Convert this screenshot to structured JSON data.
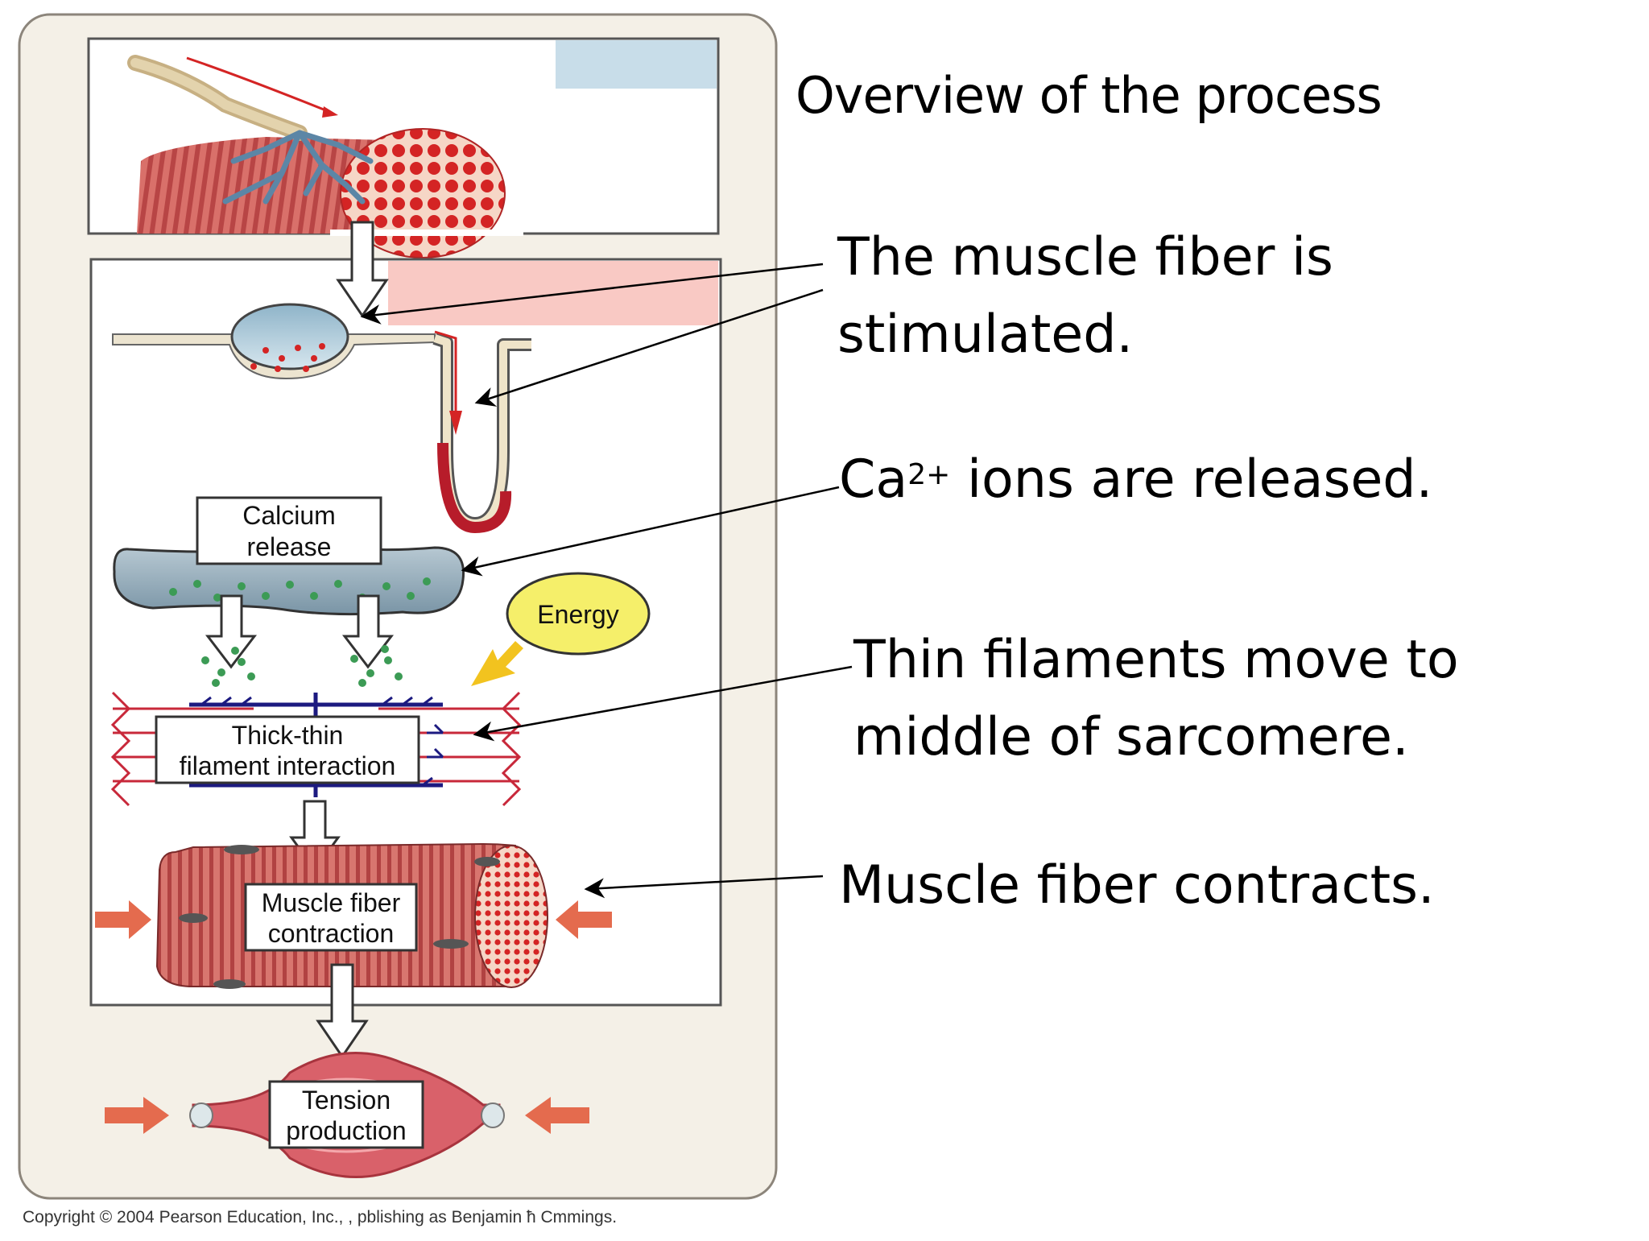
{
  "title": "Overview of the process",
  "steps": [
    {
      "text_line1": "The muscle fiber is",
      "text_line2": "stimulated."
    },
    {
      "prefix": "Ca",
      "superscript": "2+",
      "suffix": " ions are released."
    },
    {
      "text_line1": "Thin filaments move to",
      "text_line2": "middle of sarcomere."
    },
    {
      "text_line1": "Muscle fiber contracts."
    }
  ],
  "diagram_labels": {
    "calcium_release": [
      "Calcium",
      "release"
    ],
    "energy": "Energy",
    "filament_interaction": [
      "Thick-thin",
      "filament interaction"
    ],
    "fiber_contraction": [
      "Muscle fiber",
      "contraction"
    ],
    "tension_production": [
      "Tension",
      "production"
    ]
  },
  "copyright": "Copyright © 2004 Pearson Education, Inc., , pblishing as Benjamin ħ Cmmings.",
  "colors": {
    "panel_bg": "#f4f0e7",
    "muscle_red": "#c9423f",
    "sr_blue": "#9fb7c4",
    "energy_yellow": "#f5ef6a",
    "arrow_orange": "#e46b4e",
    "thick_filament": "#1c1a80",
    "thin_filament": "#c8283a"
  }
}
